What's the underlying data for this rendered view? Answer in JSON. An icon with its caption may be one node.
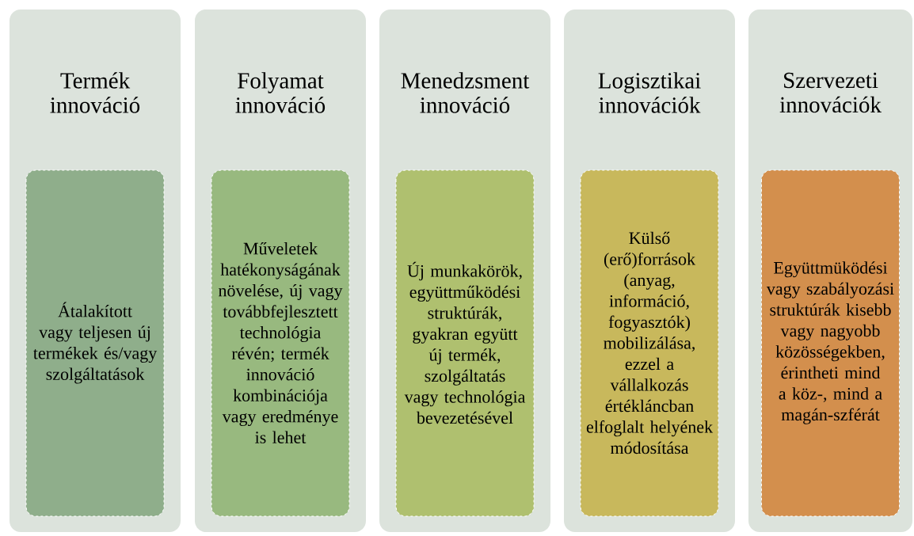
{
  "diagram": {
    "nodes": [
      {
        "text": [
          "Termék innováció"
        ]
      },
      {
        "text": [
          "Átalakított vagy teljesen új termékek és/vagy szolgáltatások"
        ],
        "in": 0
      },
      {
        "text": [
          "Folyamat innováció"
        ]
      },
      {
        "text": [
          "Műveletek hatékonyságának növelése, új vagy továbbfejlesztett technológia révén; termék innováció kombinációja vagy eredménye is lehet"
        ],
        "in": 2
      },
      {
        "text": [
          "Menedzsment innováció"
        ]
      },
      {
        "text": [
          "Új munkakörök, együttműködési struktúrák, gyakran együtt új termék, szolgáltatás vagy technológia bevezetésével"
        ],
        "in": 4
      },
      {
        "text": [
          "Logisztikai innovációk"
        ]
      },
      {
        "text": [
          "Külső (erő)források (anyag, információ, fogyasztók) mobilizálása, ezzel a vállalkozás értékláncban elfoglalt helyének módosítása"
        ],
        "in": 6
      },
      {
        "text": [
          "Szervezeti innovációk"
        ]
      },
      {
        "text": [
          "Együttmüködési vagy szabályozási struktúrák kisebb vagy nagyobb közösségekben, érintheti mind a köz-, mind a magán-szférát"
        ],
        "in": 8
      }
    ]
  }
}
